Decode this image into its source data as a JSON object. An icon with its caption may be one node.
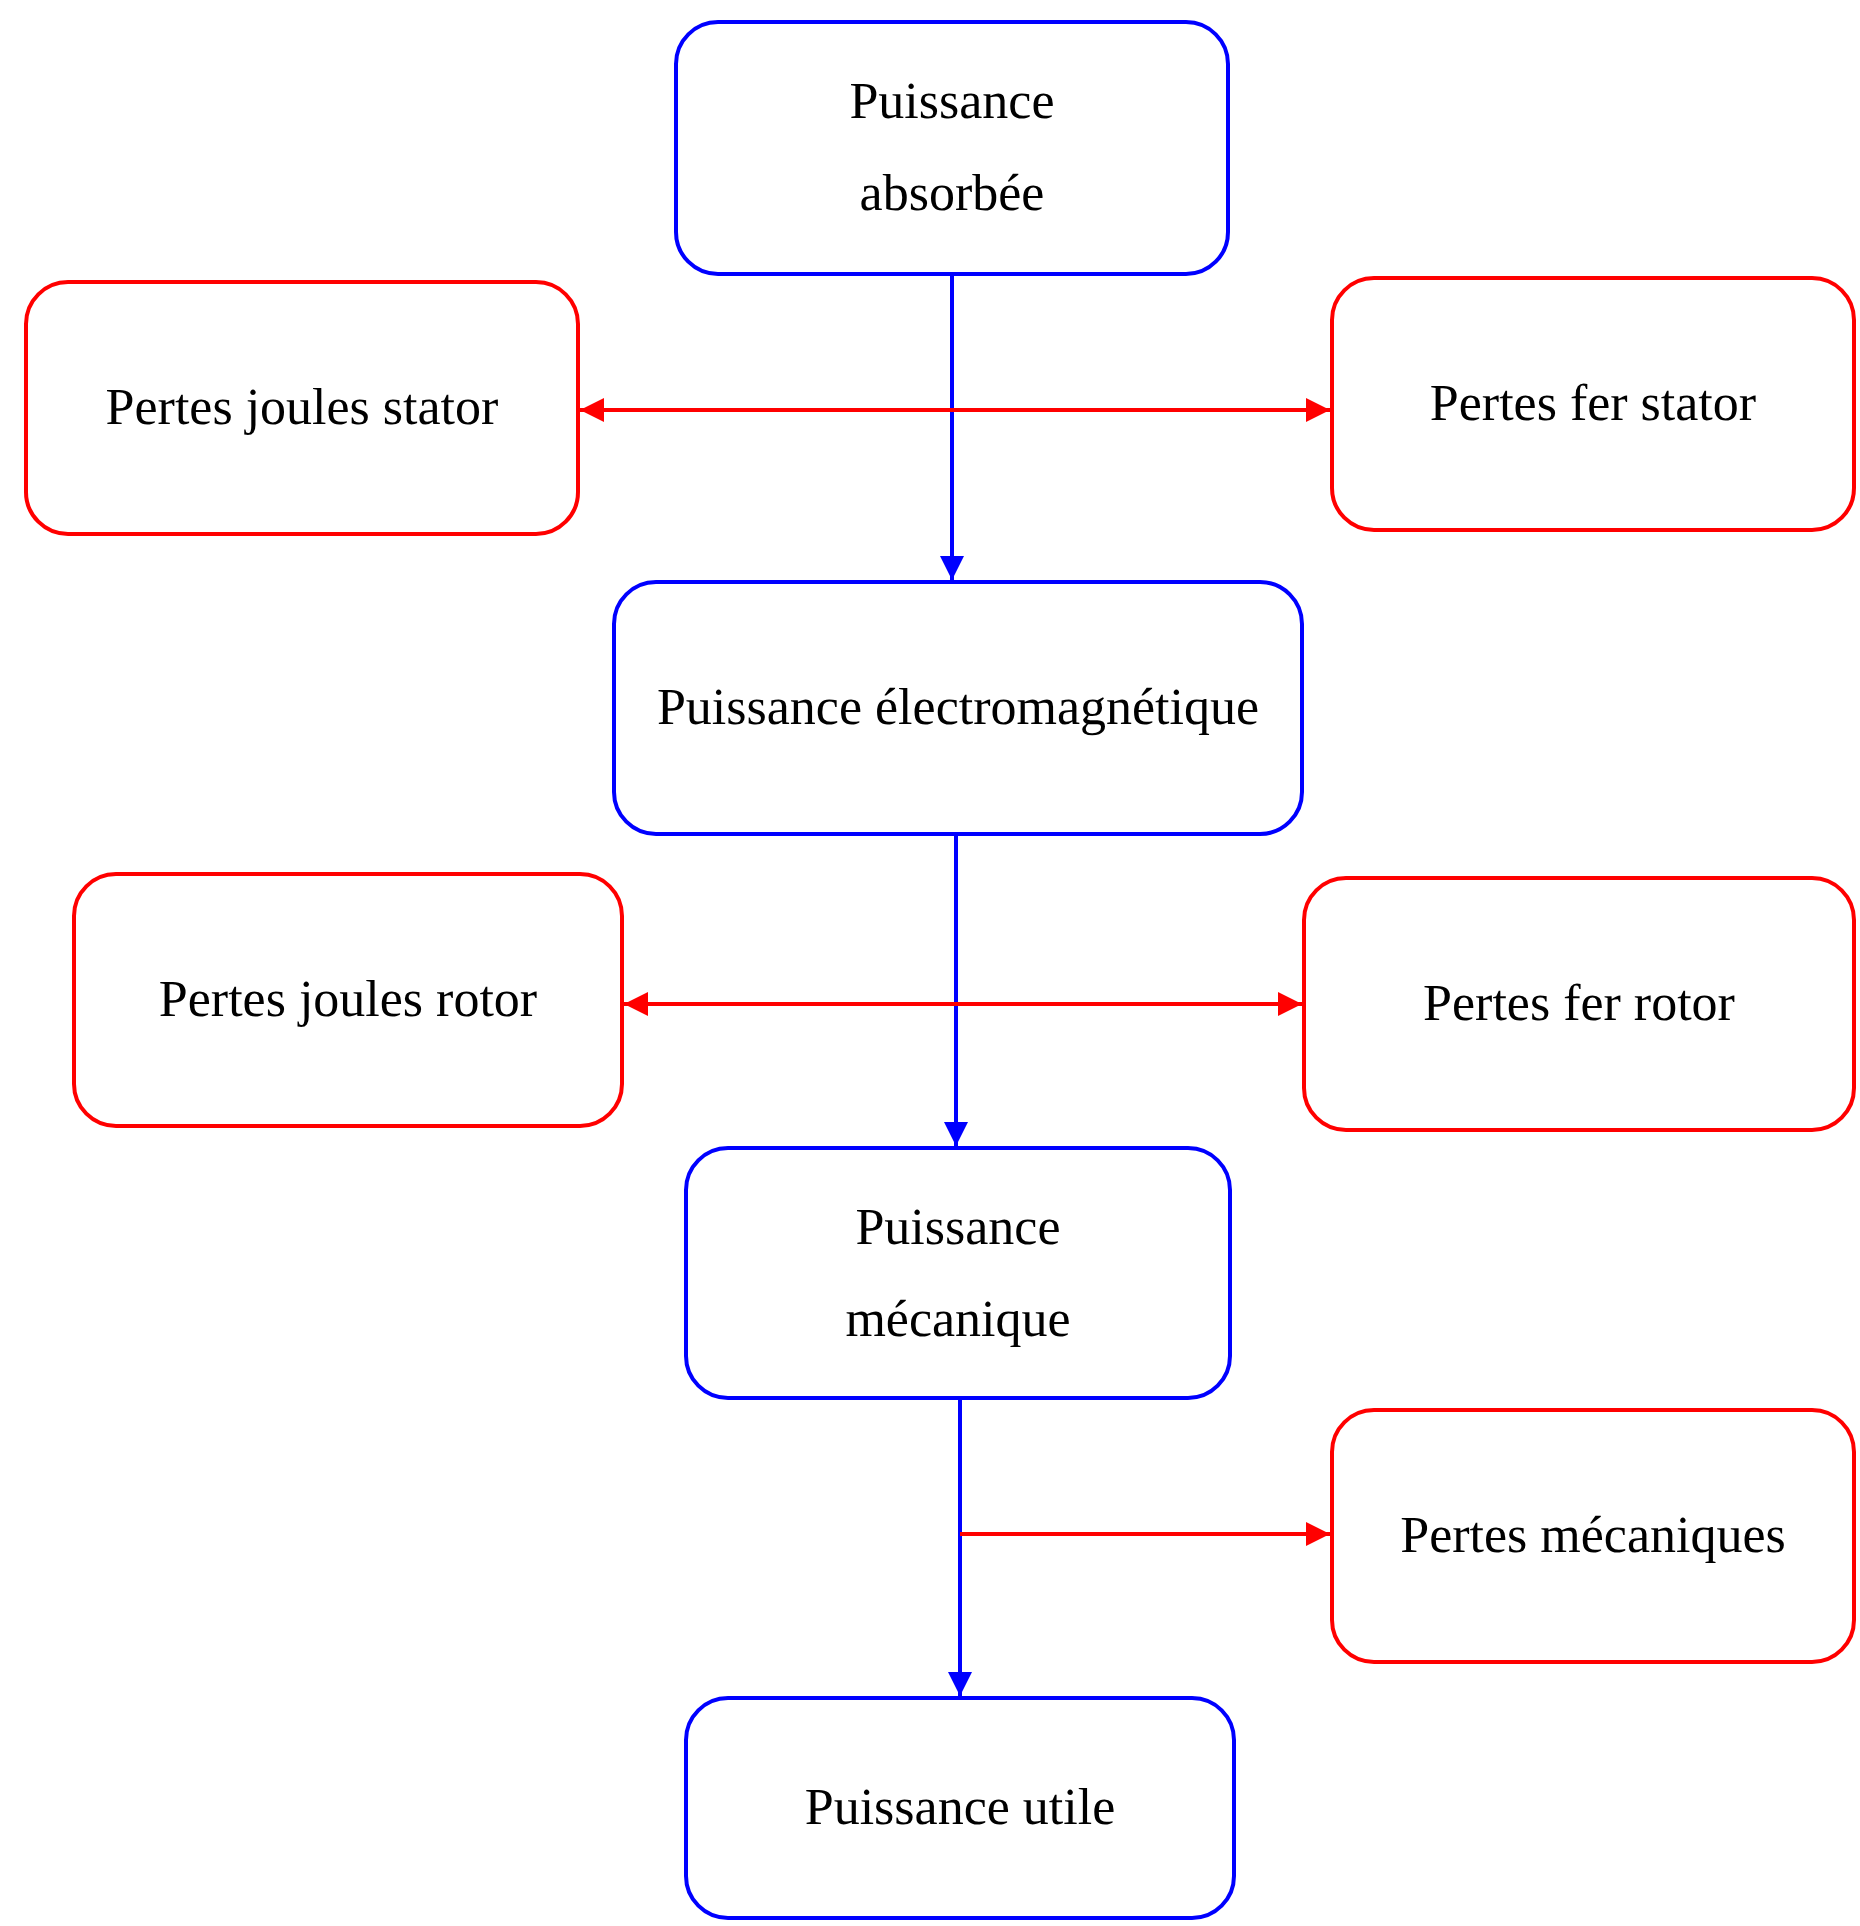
{
  "diagram": {
    "nodes": [
      {
        "text": [
          "Puissance absorbée"
        ]
      },
      {
        "text": [
          "Pertes joules stator"
        ]
      },
      {
        "text": [
          "Pertes fer stator"
        ]
      },
      {
        "text": [
          "Puissance électromagnétique"
        ]
      },
      {
        "text": [
          "Pertes joules rotor"
        ]
      },
      {
        "text": [
          "Pertes fer rotor"
        ]
      },
      {
        "text": [
          "Puissance mécanique"
        ]
      },
      {
        "text": [
          "Pertes mécaniques"
        ]
      },
      {
        "text": [
          "Puissance utile"
        ]
      }
    ],
    "edges": [
      {
        "from": 0,
        "to": 3,
        "arrow": "to",
        "color": "#0000ff"
      },
      {
        "from": 1,
        "to": 2,
        "arrow": "both",
        "color": "#ff0000"
      },
      {
        "from": 3,
        "to": 6,
        "arrow": "to",
        "color": "#0000ff"
      },
      {
        "from": 4,
        "to": 5,
        "arrow": "both",
        "color": "#ff0000"
      },
      {
        "from": 6,
        "to": 8,
        "arrow": "to",
        "color": "#0000ff"
      },
      {
        "from": null,
        "to": 7,
        "arrow": "to",
        "color": "#ff0000"
      }
    ]
  }
}
